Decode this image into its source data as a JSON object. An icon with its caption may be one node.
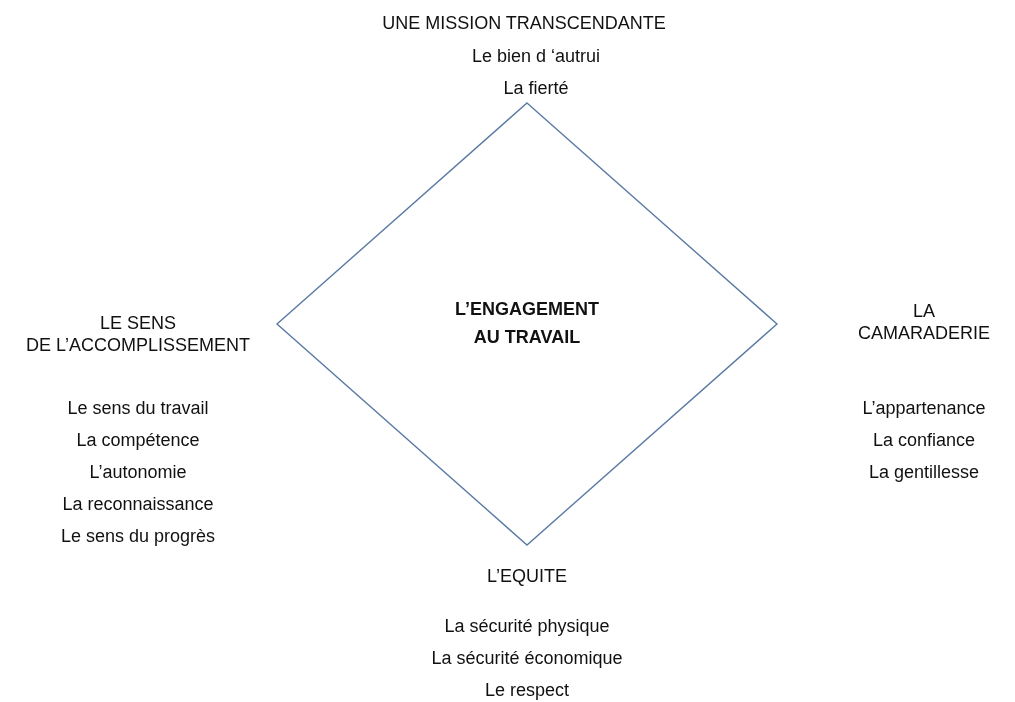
{
  "diagram": {
    "nodes": [
      {
        "text": [
          "L’ENGAGEMENT AU TRAVAIL"
        ]
      }
    ],
    "edges": [],
    "labels": [
      "UNE MISSION TRANSCENDANTE",
      "Le bien d ‘autrui",
      "La fierté",
      "LE SENS DE L’ACCOMPLISSEMENT",
      "LA CAMARADERIE",
      "Le sens du travail",
      "L’appartenance",
      "La compétence",
      "La confiance",
      "L’autonomie",
      "La gentillesse",
      "La reconnaissance",
      "Le sens du progrès",
      "L’EQUITE",
      "La sécurité physique",
      "La sécurité économique",
      "Le respect"
    ]
  }
}
